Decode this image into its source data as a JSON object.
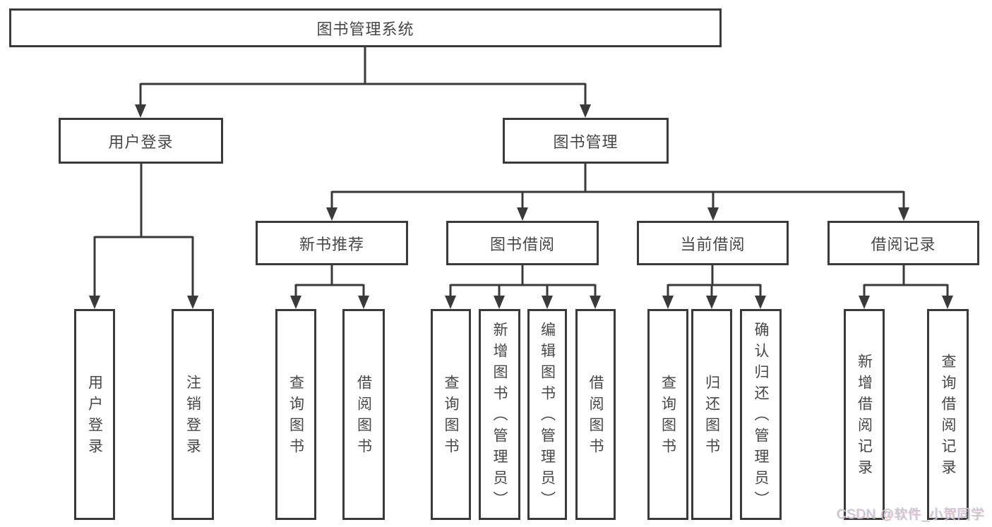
{
  "diagram": {
    "root": {
      "label": "图书管理系统"
    },
    "level2": [
      {
        "label": "用户登录"
      },
      {
        "label": "图书管理"
      }
    ],
    "level3": [
      {
        "label": "新书推荐"
      },
      {
        "label": "图书借阅"
      },
      {
        "label": "当前借阅"
      },
      {
        "label": "借阅记录"
      }
    ],
    "leaves": [
      {
        "label": "用户登录"
      },
      {
        "label": "注销登录"
      },
      {
        "label": "查询图书"
      },
      {
        "label": "借阅图书"
      },
      {
        "label": "查询图书"
      },
      {
        "label": "新增图书（管理员）"
      },
      {
        "label": "编辑图书（管理员）"
      },
      {
        "label": "借阅图书"
      },
      {
        "label": "查询图书"
      },
      {
        "label": "归还图书"
      },
      {
        "label": "确认归还（管理员）"
      },
      {
        "label": "新增借阅记录"
      },
      {
        "label": "查询借阅记录"
      }
    ],
    "colors": {
      "line": "#3a3a3a",
      "text": "#474747",
      "background": "#ffffff",
      "watermark": "#c9c9c9"
    }
  },
  "watermark": {
    "text": "CSDN @软件_小贺同学"
  }
}
